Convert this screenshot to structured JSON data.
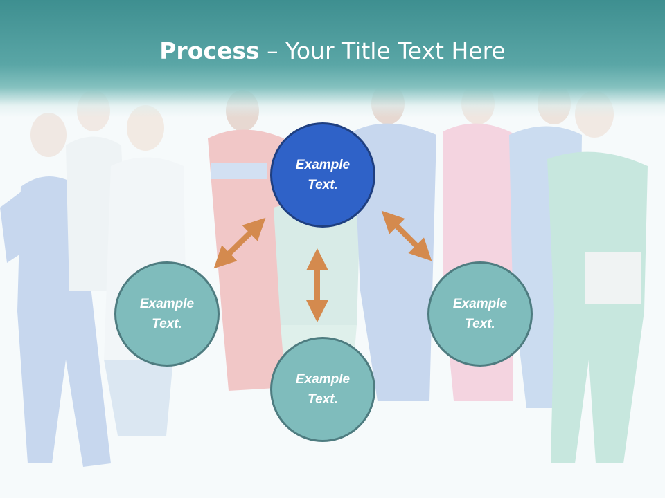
{
  "slide": {
    "title_bold": "Process",
    "title_rest": " – Your Title Text Here",
    "background_image": "medical-team-photo",
    "colors": {
      "header": "#4f9e9f",
      "center_node": "#2f62c8",
      "outer_node": "#7fbcbc",
      "arrow": "#d48a4e"
    }
  },
  "diagram": {
    "center": {
      "line1": "Example",
      "line2": "Text."
    },
    "left": {
      "line1": "Example",
      "line2": "Text."
    },
    "right": {
      "line1": "Example",
      "line2": "Text."
    },
    "bottom": {
      "line1": "Example",
      "line2": "Text."
    }
  }
}
